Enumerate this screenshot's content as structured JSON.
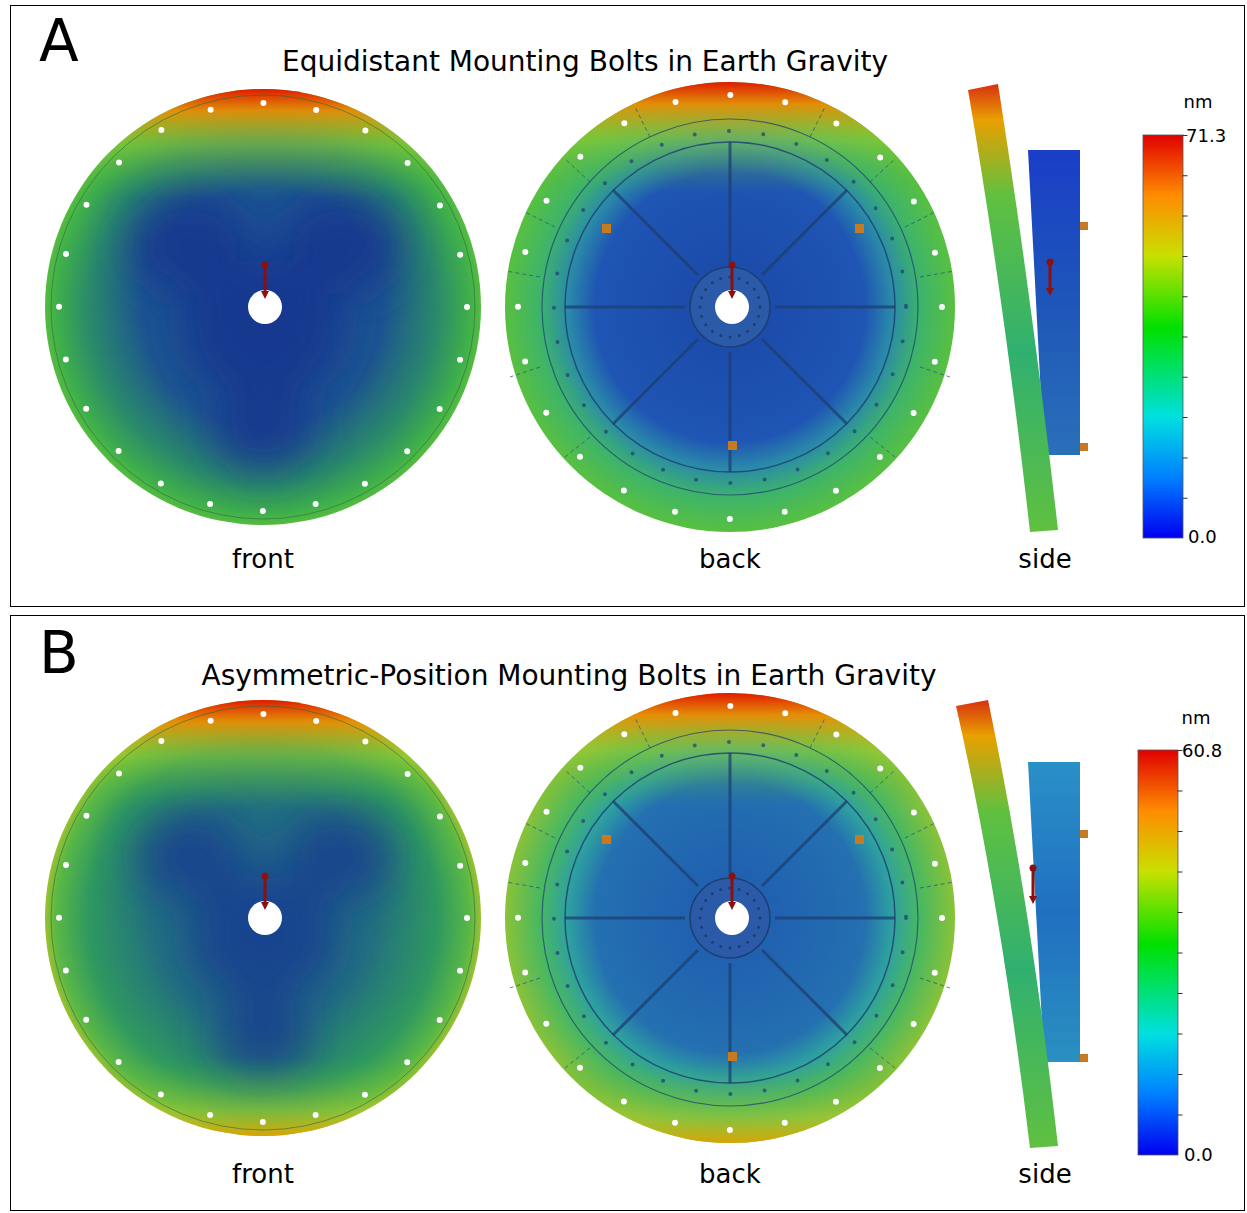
{
  "diagram": {
    "nodes": [
      {
        "text": [
          "A",
          "Equidistant Mounting Bolts in Earth Gravity"
        ]
      },
      {
        "text": [
          "B",
          "Asymmetric-Position Mounting Bolts in Earth Gravity"
        ]
      }
    ],
    "labels": [
      "front",
      "back",
      "side",
      "nm",
      "71.3",
      "0.0",
      "front",
      "back",
      "side",
      "nm",
      "60.8",
      "0.0"
    ]
  }
}
